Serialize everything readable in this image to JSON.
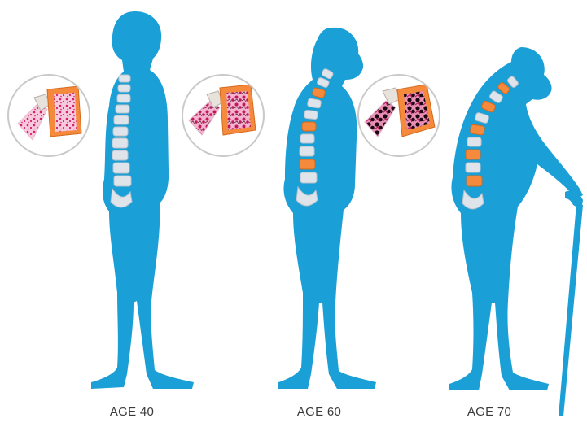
{
  "figures": [
    {
      "label": "AGE 40"
    },
    {
      "label": "AGE 60"
    },
    {
      "label": "AGE 70"
    }
  ],
  "colors": {
    "silhouette": "#1a9fd6",
    "vertebra": "#dfe4ea",
    "vertebra_shade": "#b8c2cc",
    "degenerated_vertebra": "#f58a3c",
    "bone_pink": "#e2337a",
    "bone_pink_light": "#f3a6c6",
    "inset_border": "#c9c9c9",
    "cane": "#1a9fd6"
  },
  "icons": {
    "inset": "vertebra-cross-section-icon"
  }
}
